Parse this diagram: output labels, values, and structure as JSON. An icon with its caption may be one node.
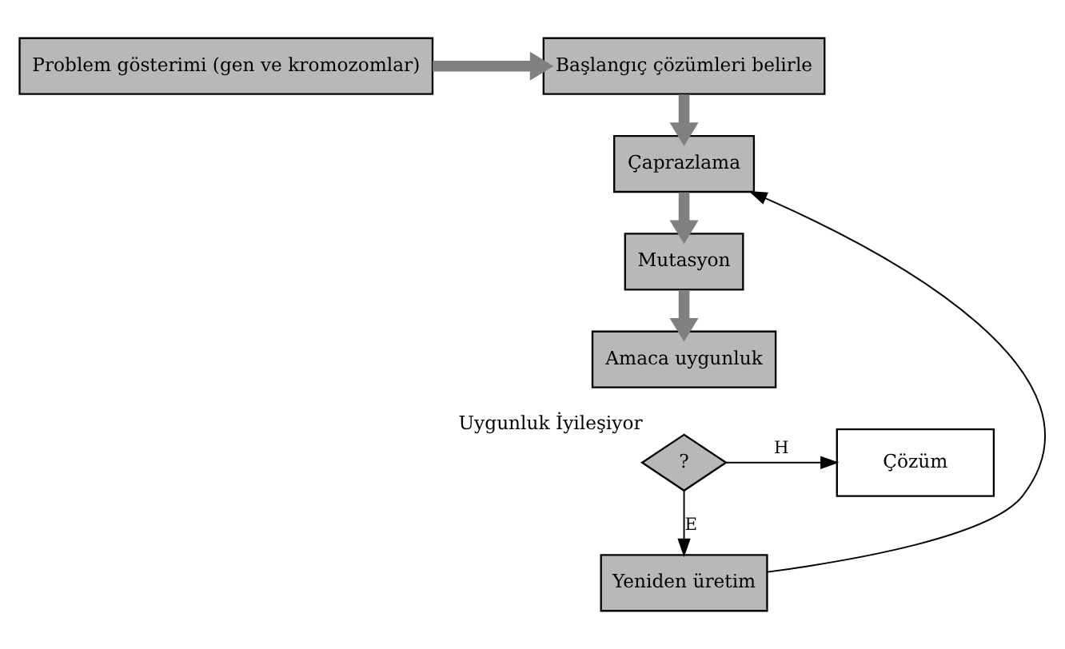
{
  "diagram": {
    "nodes": [
      {
        "text": [
          "Problem gösterimi (gen ve kromozomlar)"
        ]
      },
      {
        "text": [
          "Başlangıç çözümleri belirle"
        ]
      },
      {
        "text": [
          "Çaprazlama"
        ]
      },
      {
        "text": [
          "Mutasyon"
        ]
      },
      {
        "text": [
          "Amaca uygunluk"
        ]
      },
      {
        "text": [
          "?"
        ],
        "beside": [
          "Uygunluk İyileşiyor"
        ]
      },
      {
        "text": [
          "Çözüm"
        ]
      },
      {
        "text": [
          "Yeniden üretim"
        ]
      }
    ],
    "edges": [
      {
        "from": 0,
        "to": 1,
        "arrow": "to",
        "color": "#808080"
      },
      {
        "from": 1,
        "to": 2,
        "arrow": "to",
        "color": "#808080"
      },
      {
        "from": 2,
        "to": 3,
        "arrow": "to",
        "color": "#808080"
      },
      {
        "from": 3,
        "to": 4,
        "arrow": "to",
        "color": "#808080"
      },
      {
        "from": 5,
        "to": 6,
        "label": "H",
        "arrow": "to",
        "color": "#000000"
      },
      {
        "from": 5,
        "to": 7,
        "label": "E",
        "arrow": "to",
        "color": "#000000"
      },
      {
        "from": 7,
        "to": 2,
        "arrow": "to",
        "color": "#000000"
      }
    ]
  }
}
